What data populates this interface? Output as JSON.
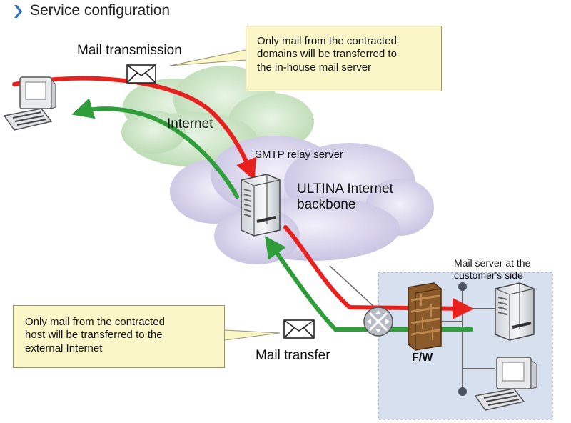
{
  "title": "Service configuration",
  "labels": {
    "mail_transmission": "Mail transmission",
    "internet": "Internet",
    "smtp_relay": "SMTP relay server",
    "ultina": [
      "ULTINA Internet",
      "backbone"
    ],
    "mail_server": [
      "Mail server at the",
      "customer's side"
    ],
    "fw": "F/W",
    "mail_transfer": "Mail transfer"
  },
  "callouts": {
    "top": [
      "Only mail from the contracted",
      "domains will be transferred to",
      "the in-house mail server"
    ],
    "bottom": [
      "Only mail from the contracted",
      "host will be transferred to the",
      "external Internet"
    ]
  },
  "colors": {
    "inbound_arrow": "#e8211f",
    "outbound_arrow": "#2f9e3a",
    "internet_cloud": "#c9e3c4",
    "backbone_cloud": "#d8d4ea",
    "customer_zone": "#d7e0ef",
    "callout_bg": "#fbf6c8",
    "title_chevron": "#2a6ebd"
  },
  "icons": [
    "chevron-right-icon",
    "computer-icon",
    "envelope-icon",
    "server-icon",
    "router-icon",
    "firewall-icon"
  ]
}
